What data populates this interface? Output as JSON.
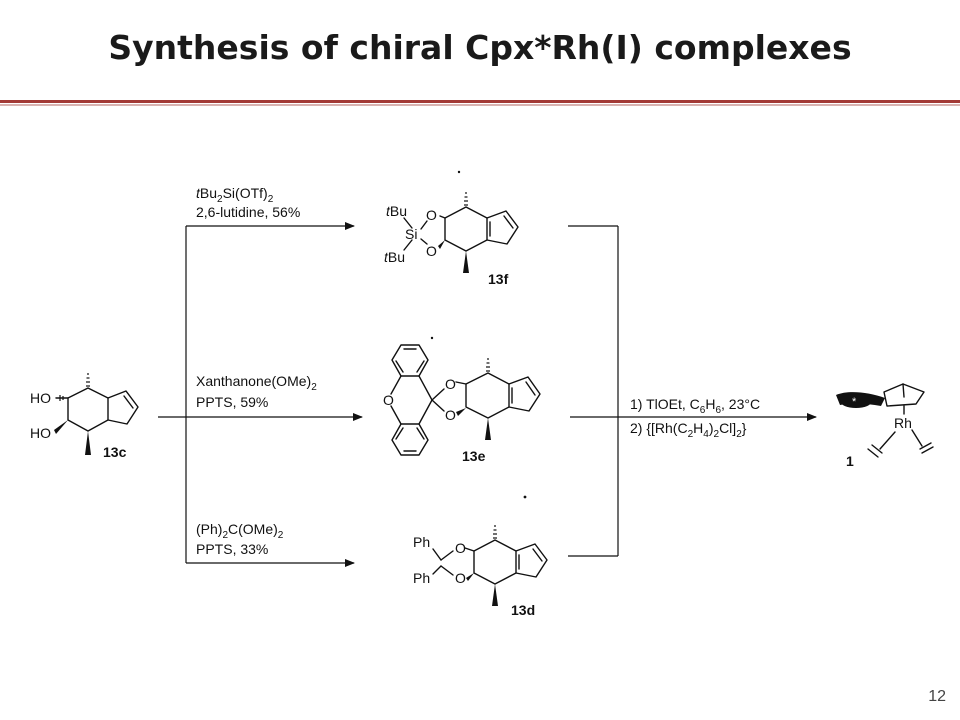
{
  "title": "Synthesis of chiral Cpx*Rh(I) complexes",
  "page_number": "12",
  "starting_material": {
    "id": "13c",
    "ho_top": "HO",
    "ho_bottom": "HO"
  },
  "routes": [
    {
      "product": "13f",
      "condition_line1": {
        "a": "t",
        "b": "Bu",
        "c": "2",
        "d": "Si(OTf)",
        "e": "2"
      },
      "condition_line2": "2,6-lutidine, 56%",
      "atoms": {
        "tbu1_t": "t",
        "tbu1": "Bu",
        "o1": "O",
        "si": "Si",
        "tbu2_t": "t",
        "tbu2": "Bu",
        "o2": "O"
      }
    },
    {
      "product": "13e",
      "condition_line1": {
        "a": "Xanthanone(OMe)",
        "b": "2"
      },
      "condition_line2": "PPTS, 59%",
      "atoms": {
        "o_ring": "O",
        "o1": "O",
        "o2": "O"
      }
    },
    {
      "product": "13d",
      "condition_line1": {
        "a": "(Ph)",
        "b": "2",
        "c": "C(OMe)",
        "d": "2"
      },
      "condition_line2": "PPTS, 33%",
      "atoms": {
        "ph1": "Ph",
        "ph2": "Ph",
        "o1": "O",
        "o2": "O"
      }
    }
  ],
  "final_step": {
    "line1": {
      "a": "1) TlOEt, C",
      "b": "6",
      "c": "H",
      "d": "6",
      "e": ", 23°C"
    },
    "line2": {
      "a": "2) {[Rh(C",
      "b": "2",
      "c": "H",
      "d": "4",
      "e": ")",
      "f": "2",
      "g": "Cl]",
      "h": "2",
      "i": "}"
    },
    "product": "1",
    "rh": "Rh",
    "star": "*"
  }
}
